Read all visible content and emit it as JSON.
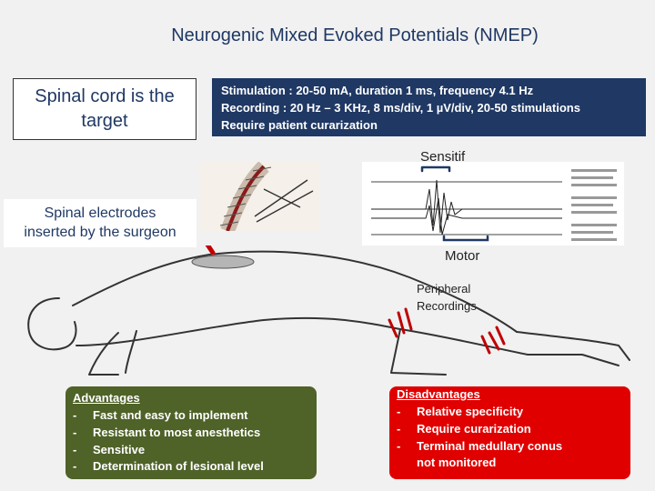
{
  "title": "Neurogenic Mixed Evoked Potentials (NMEP)",
  "target_box": {
    "line1": "Spinal cord is the",
    "line2": "target"
  },
  "params": [
    "Stimulation : 20-50 mA, duration 1 ms, frequency 4.1 Hz",
    "Recording : 20 Hz – 3 KHz, 8 ms/div, 1 µV/div, 20-50 stimulations",
    "Require patient curarization"
  ],
  "electrodes_box": {
    "line1": "Spinal  electrodes",
    "line2": "inserted by the surgeon"
  },
  "labels": {
    "sensitif": "Sensitif",
    "motor": "Motor",
    "peripheral_1": "Peripheral",
    "peripheral_2": "Recordings"
  },
  "advantages": {
    "heading": "Advantages",
    "items": [
      "Fast and easy to implement",
      "Resistant  to  most  anesthetics",
      "Sensitive",
      "Determination  of  lesional  level"
    ]
  },
  "disadvantages": {
    "heading": "Disadvantages",
    "items": [
      "Relative specificity",
      "Require curarization",
      "Terminal medullary conus"
    ],
    "continuation": "not monitored"
  },
  "colors": {
    "title": "#1f3864",
    "params_bg": "#1f3864",
    "advantages_bg": "#4f6228",
    "disadvantages_bg": "#e00000",
    "electrode_marker": "#c00000"
  }
}
